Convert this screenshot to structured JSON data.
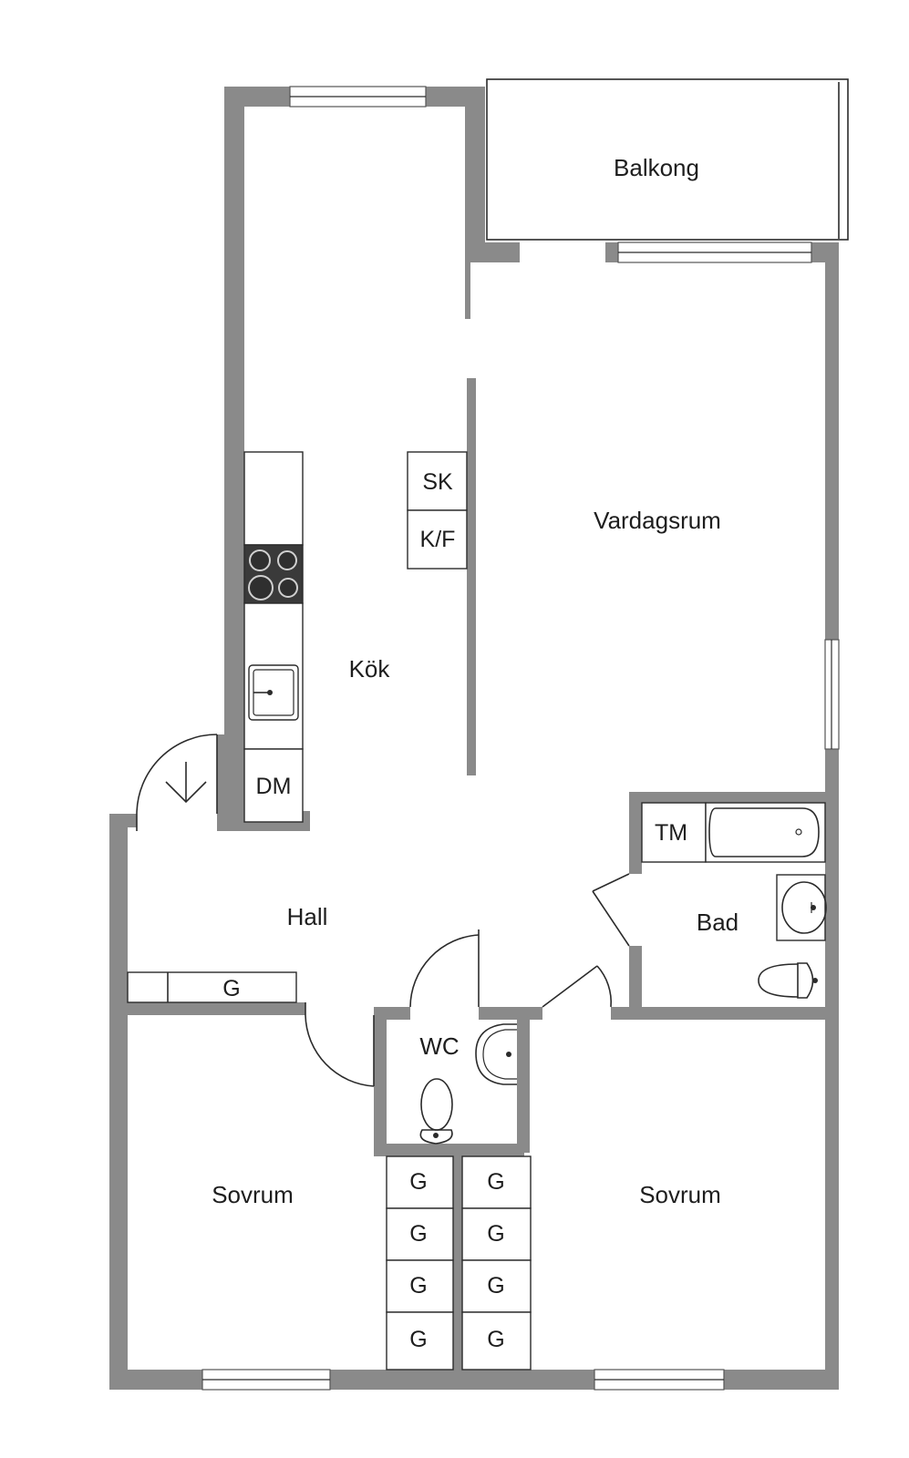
{
  "rooms": {
    "balkong": "Balkong",
    "vardagsrum": "Vardagsrum",
    "kok": "Kök",
    "hall": "Hall",
    "bad": "Bad",
    "wc": "WC",
    "sovrum_left": "Sovrum",
    "sovrum_right": "Sovrum"
  },
  "fixtures": {
    "sk": "SK",
    "kf": "K/F",
    "dm": "DM",
    "tm": "TM",
    "hall_g": "G",
    "closet_g": [
      "G",
      "G",
      "G",
      "G",
      "G",
      "G",
      "G",
      "G"
    ]
  },
  "colors": {
    "wall": "#8a8a8a",
    "line": "#2b2b2b",
    "stove": "#3a3a3a"
  }
}
